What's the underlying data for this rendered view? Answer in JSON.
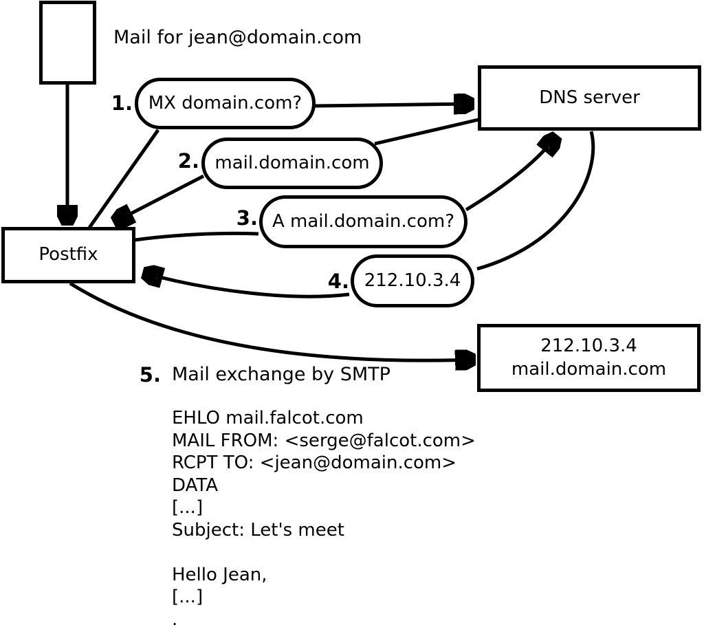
{
  "diagram": {
    "title": "Mail for jean@domain.com",
    "nodes": {
      "postfix": "Postfix",
      "dns_server": "DNS server",
      "mail_server": {
        "line1": "212.10.3.4",
        "line2": "mail.domain.com"
      }
    },
    "steps": [
      {
        "num": "1.",
        "label": "MX domain.com?"
      },
      {
        "num": "2.",
        "label": "mail.domain.com"
      },
      {
        "num": "3.",
        "label": "A mail.domain.com?"
      },
      {
        "num": "4.",
        "label": "212.10.3.4"
      },
      {
        "num": "5.",
        "label": "Mail exchange by SMTP"
      }
    ],
    "smtp_session": "EHLO mail.falcot.com\nMAIL FROM: <serge@falcot.com>\nRCPT TO: <jean@domain.com>\nDATA\n[...]\nSubject: Let's meet\n\nHello Jean,\n[...]\n.",
    "colors": {
      "stroke": "#000000",
      "background": "#ffffff"
    }
  }
}
